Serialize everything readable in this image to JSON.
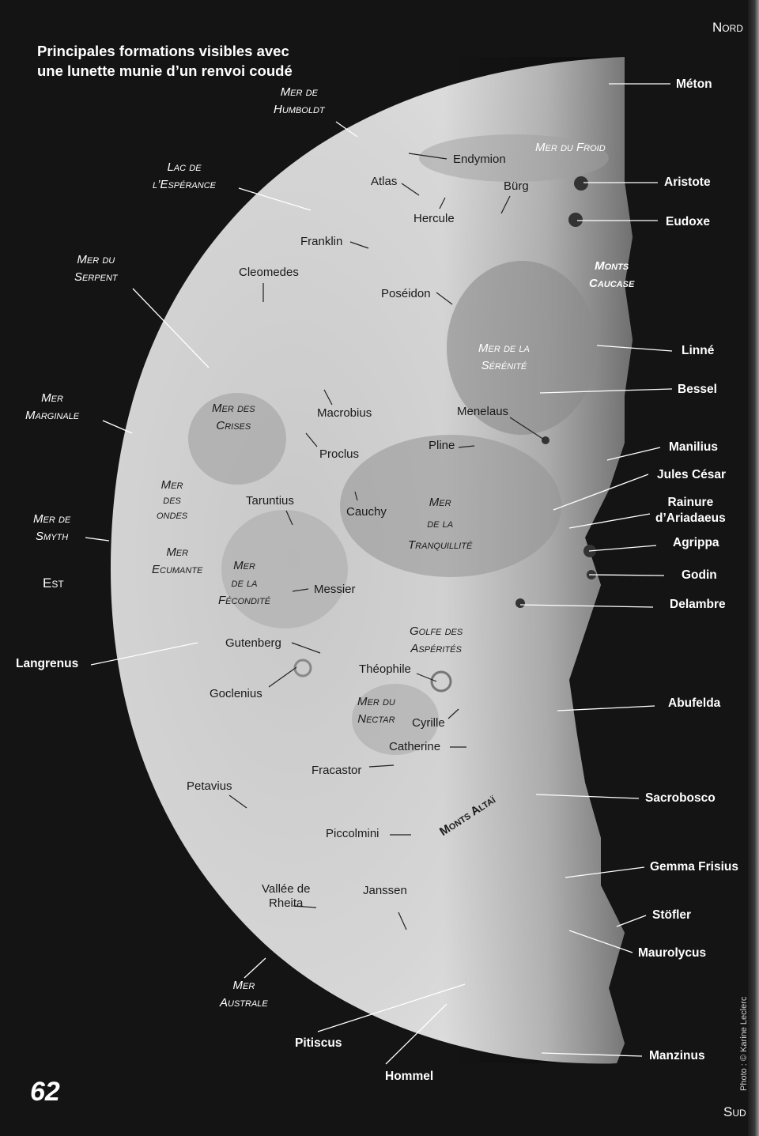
{
  "title": "Principales formations visibles avec une lunette munie d’un renvoi coudé",
  "page_number": "62",
  "photo_credit": "Photo : © Karine Leclerc",
  "directions": {
    "north": "Nord",
    "south": "Sud",
    "east": "Est"
  },
  "colors": {
    "background": "#141414",
    "moon_light": "#d8d8d8",
    "moon_mare": "#9a9a9a",
    "label_on_dark": "#ffffff",
    "label_on_moon": "#1a1a1a"
  },
  "maria": [
    {
      "id": "humboldt",
      "name": "Mer de Humboldt"
    },
    {
      "id": "esperance",
      "name": "Lac de l’Espérance"
    },
    {
      "id": "serpent",
      "name": "Mer du Serpent"
    },
    {
      "id": "marginale",
      "name": "Mer Marginale"
    },
    {
      "id": "smyth",
      "name": "Mer de Smyth"
    },
    {
      "id": "crises",
      "name": "Mer des Crises"
    },
    {
      "id": "ondes",
      "name": "Mer des Ondes"
    },
    {
      "id": "ecumante",
      "name": "Mer Ecumante"
    },
    {
      "id": "fecondite",
      "name": "Mer de la Fécondité"
    },
    {
      "id": "serenite",
      "name": "Mer de la Sérénité"
    },
    {
      "id": "tranquillite",
      "name": "Mer de la Tranquillité"
    },
    {
      "id": "froid",
      "name": "Mer du Froid"
    },
    {
      "id": "asperites",
      "name": "Golfe des Aspérités"
    },
    {
      "id": "nectar",
      "name": "Mer du Nectar"
    },
    {
      "id": "australe",
      "name": "Mer Australe"
    },
    {
      "id": "caucase",
      "name": "Monts Caucase"
    },
    {
      "id": "altai",
      "name": "Monts Altaï"
    }
  ],
  "craters_moon": [
    "Endymion",
    "Atlas",
    "Hercule",
    "Bürg",
    "Franklin",
    "Cleomedes",
    "Poséidon",
    "Macrobius",
    "Proclus",
    "Menelaus",
    "Pline",
    "Taruntius",
    "Cauchy",
    "Messier",
    "Gutenberg",
    "Goclenius",
    "Théophile",
    "Cyrille",
    "Catherine",
    "Fracastor",
    "Petavius",
    "Piccolmini",
    "Vallée de Rheita",
    "Janssen"
  ],
  "craters_edge": [
    "Méton",
    "Aristote",
    "Eudoxe",
    "Linné",
    "Bessel",
    "Manilius",
    "Jules César",
    "Rainure d’Ariadaeus",
    "Agrippa",
    "Godin",
    "Delambre",
    "Abufelda",
    "Sacrobosco",
    "Gemma Frisius",
    "Stöfler",
    "Maurolycus",
    "Manzinus",
    "Langrenus",
    "Pitiscus",
    "Hommel"
  ],
  "labels": {
    "mer_de": "Mer de",
    "humboldt": "Humboldt",
    "lac_de": "Lac de",
    "esperance": "l’Espérance",
    "mer_du": "Mer du",
    "serpent": "Serpent",
    "mer": "Mer",
    "marginale": "Marginale",
    "smyth": "Smyth",
    "mer_des": "Mer des",
    "crises": "Crises",
    "des": "des",
    "ondes": "ondes",
    "ecumante": "Ecumante",
    "de_la": "de la",
    "fecondite": "Fécondité",
    "mer_de_la": "Mer de la",
    "serenite": "Sérénité",
    "tranquillite": "Tranquillité",
    "froid": "Mer du Froid",
    "golfe_des": "Golfe des",
    "asperites": "Aspérités",
    "nectar": "Nectar",
    "australe": "Australe",
    "monts": "Monts",
    "caucase": "Caucase",
    "altai": "Monts  Altaï",
    "vallee_de": "Vallée de",
    "rheita": "Rheita",
    "rainure": "Rainure",
    "ariadaeus": "d’Ariadaeus"
  }
}
